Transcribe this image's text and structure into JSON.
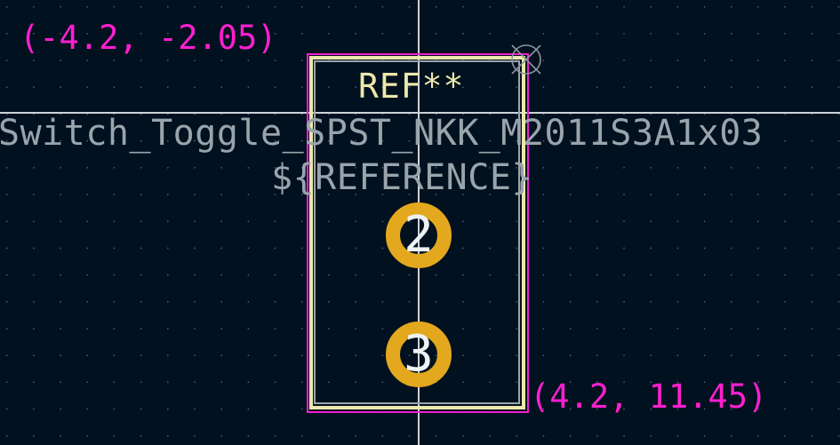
{
  "canvas": {
    "background_color": "#02111f",
    "grid_dot_color": "#96aab9",
    "axis_color": "#c9d3d9"
  },
  "footprint": {
    "library_value_text": "Switch_Toggle_SPST_NKK_M2011S3A1x03",
    "reference_designator": "REF**",
    "reference_variable_text": "${REFERENCE}",
    "reference_color": "#ece8ad",
    "value_color": "#9aa4ac",
    "selection_outline_color": "#f11fd1",
    "courtyard_color": "#ece8ad",
    "fab_outline_color": "#9aa4ac",
    "anchor_icon": "anchor-crosshair-icon",
    "anchor_color": "#8b949c"
  },
  "pads": [
    {
      "number": "2",
      "ring_color": "#e3a81d",
      "label_color": "#eef2f4"
    },
    {
      "number": "3",
      "ring_color": "#e3a81d",
      "label_color": "#eef2f4"
    }
  ],
  "measurement": {
    "start_label": "(-4.2, -2.05)",
    "end_label": "(4.2, 11.45)",
    "color": "#ff1fd0"
  }
}
